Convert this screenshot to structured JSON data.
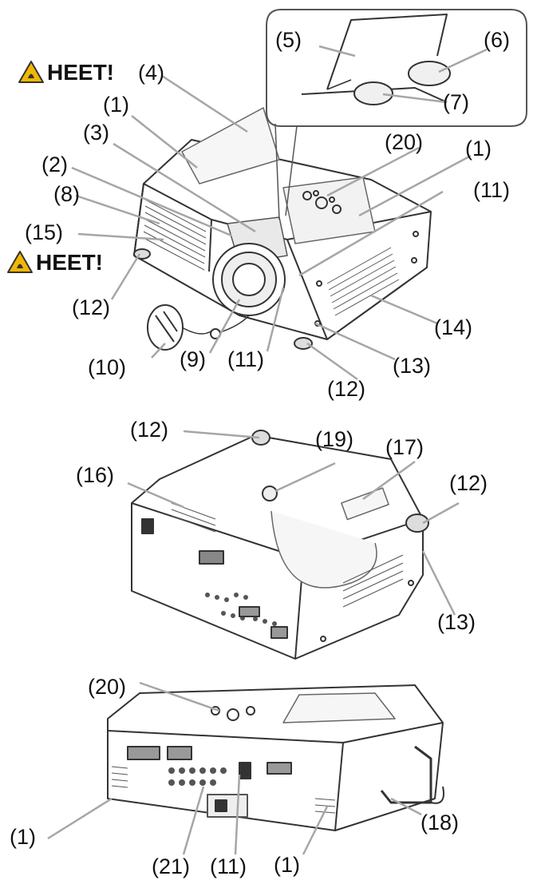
{
  "warnings": {
    "heat_top": "HEET!",
    "heat_left": "HEET!"
  },
  "labels": {
    "l1_top": "(1)",
    "l1_right": "(1)",
    "l1_bl": "(1)",
    "l1_bm": "(1)",
    "l2": "(2)",
    "l3": "(3)",
    "l4": "(4)",
    "l5": "(5)",
    "l6": "(6)",
    "l7": "(7)",
    "l8": "(8)",
    "l9": "(9)",
    "l10": "(10)",
    "l11_right": "(11)",
    "l11_mid": "(11)",
    "l11_bottom": "(11)",
    "l12_left": "(12)",
    "l12_front": "(12)",
    "l12_btop": "(12)",
    "l12_bright": "(12)",
    "l13_front": "(13)",
    "l13_bottom": "(13)",
    "l14": "(14)",
    "l15": "(15)",
    "l16": "(16)",
    "l17": "(17)",
    "l18": "(18)",
    "l19": "(19)",
    "l20_top": "(20)",
    "l20_bottom": "(20)",
    "l21": "(21)"
  },
  "colors": {
    "leader": "#a6a6a6",
    "outline": "#333333",
    "warning_fill": "#f2b705"
  }
}
